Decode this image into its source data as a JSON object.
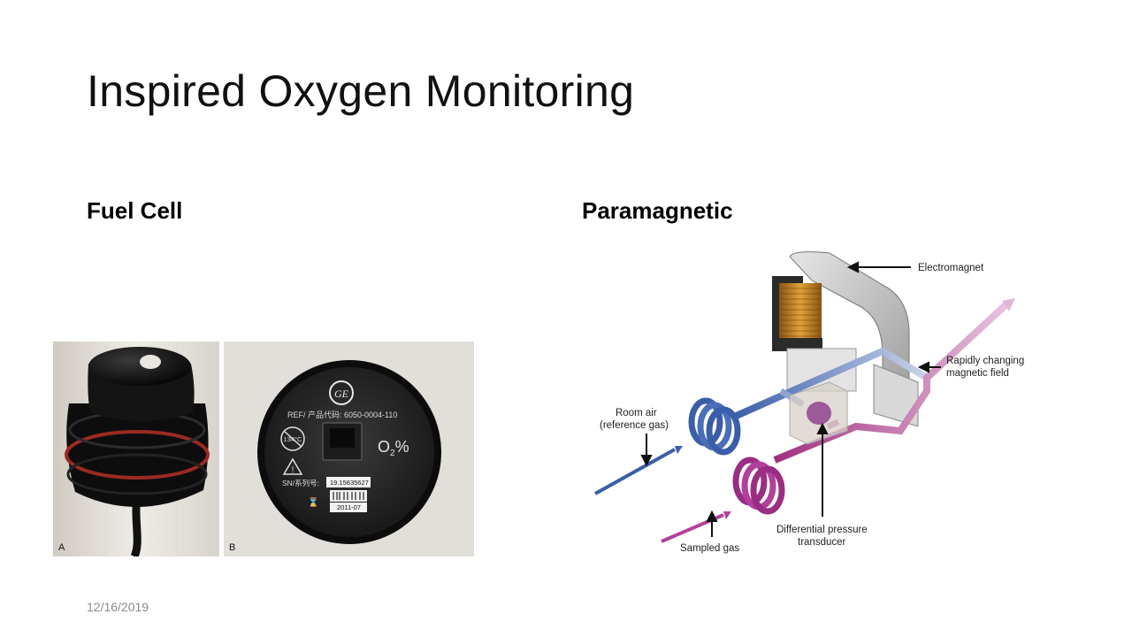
{
  "slide": {
    "title": "Inspired Oxygen Monitoring",
    "left_heading": "Fuel Cell",
    "right_heading": "Paramagnetic",
    "date": "12/16/2019"
  },
  "photos": {
    "panel_a_label": "A",
    "panel_b_label": "B",
    "sensor_ref": "REF/ 产品代码: 6050-0004-110",
    "sensor_brand": "GE",
    "sensor_temp": "134°C",
    "sensor_gas": "O",
    "sensor_gas_sub": "2",
    "sensor_unit": "%",
    "sensor_sn_label": "SN/系列号:",
    "sensor_sn": "19.15635627",
    "sensor_date": "2011-07"
  },
  "diagram": {
    "labels": {
      "electromagnet": "Electromagnet",
      "field_line1": "Rapidly changing",
      "field_line2": "magnetic field",
      "room_air_line1": "Room air",
      "room_air_line2": "(reference gas)",
      "transducer_line1": "Differential pressure",
      "transducer_line2": "transducer",
      "sampled_gas": "Sampled gas"
    },
    "colors": {
      "reference_gas": "#3b5ea8",
      "sampled_gas": "#b2409a",
      "magnet": "#bdbdbd",
      "coil": "#c8831c"
    }
  }
}
